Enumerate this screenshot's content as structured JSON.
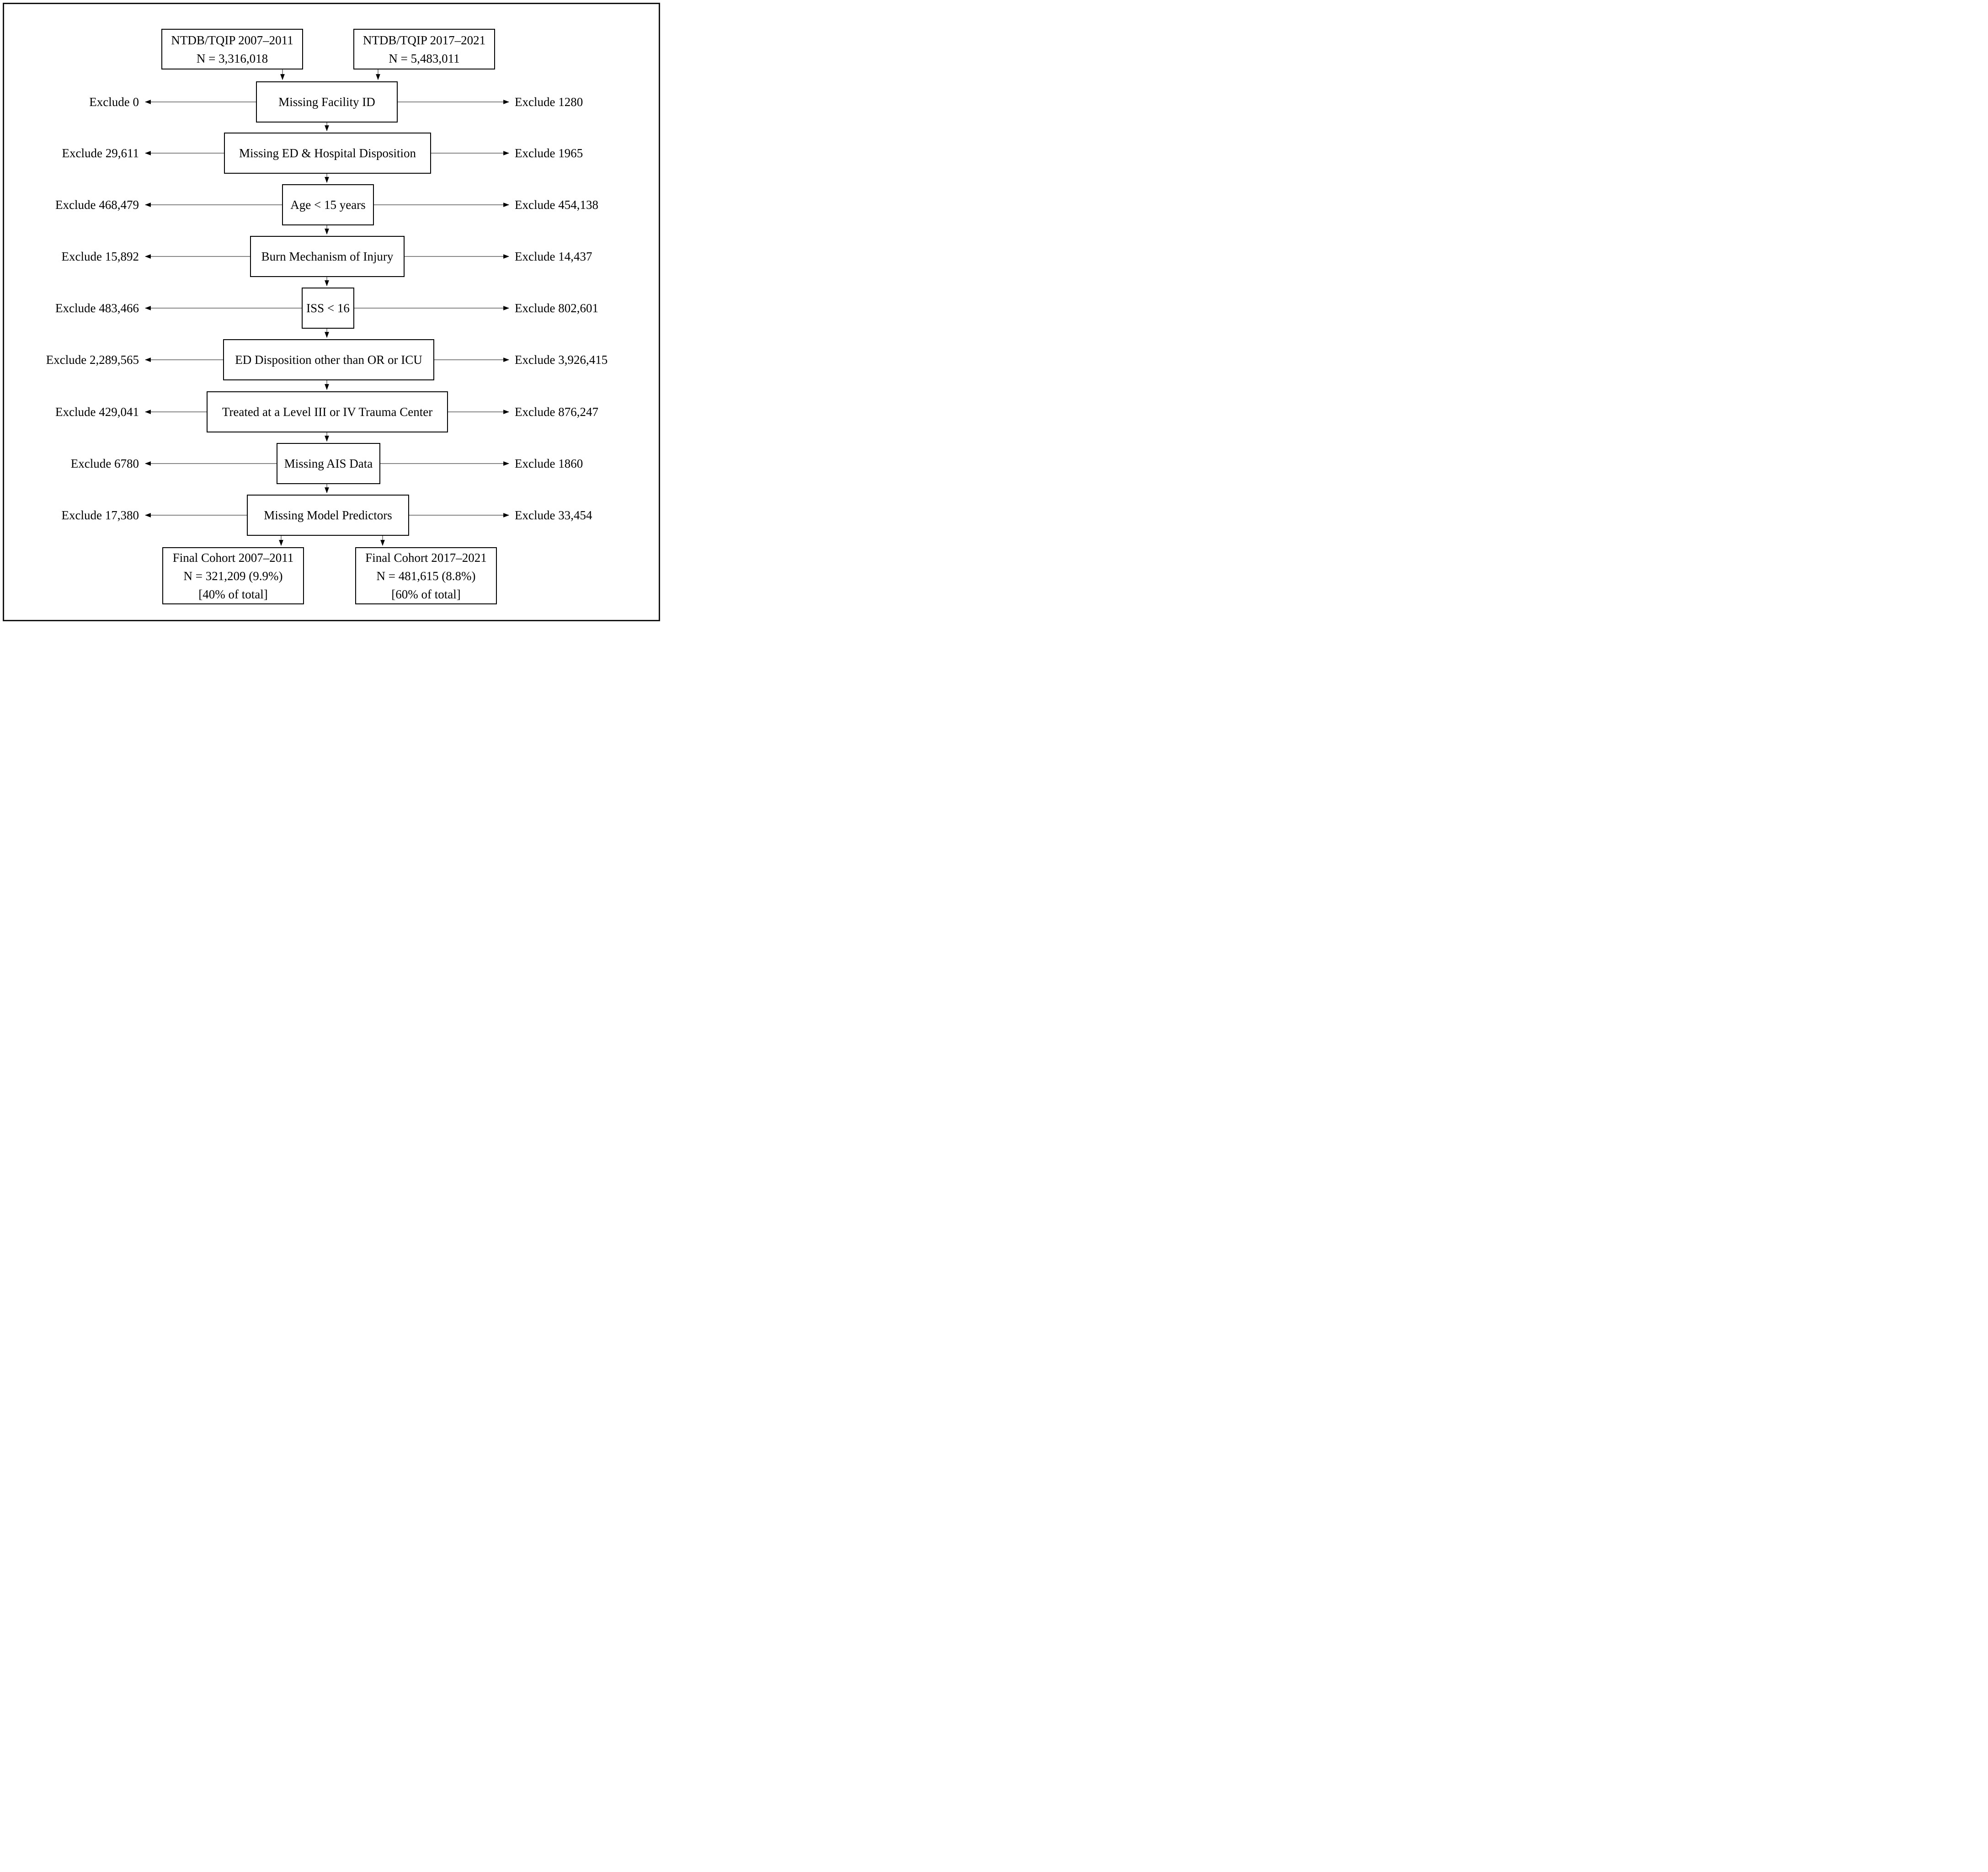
{
  "figure": {
    "description": "Cohort selection flow diagram",
    "ink_color": "#000000",
    "line_color": "#5e5e5e",
    "sources": [
      {
        "line1": "NTDB/TQIP 2007–2011",
        "line2": "N = 3,316,018"
      },
      {
        "line1": "NTDB/TQIP 2017–2021",
        "line2": "N = 5,483,011"
      }
    ],
    "steps": [
      {
        "label": "Missing Facility ID",
        "exclude_left": "Exclude 0",
        "exclude_right": "Exclude 1280"
      },
      {
        "label": "Missing ED & Hospital Disposition",
        "exclude_left": "Exclude 29,611",
        "exclude_right": "Exclude 1965"
      },
      {
        "label": "Age < 15 years",
        "exclude_left": "Exclude 468,479",
        "exclude_right": "Exclude 454,138"
      },
      {
        "label": "Burn Mechanism of Injury",
        "exclude_left": "Exclude 15,892",
        "exclude_right": "Exclude 14,437"
      },
      {
        "label": "ISS < 16",
        "exclude_left": "Exclude 483,466",
        "exclude_right": "Exclude 802,601"
      },
      {
        "label": "ED Disposition other than OR or ICU",
        "exclude_left": "Exclude 2,289,565",
        "exclude_right": "Exclude 3,926,415"
      },
      {
        "label": "Treated at a Level III or IV Trauma Center",
        "exclude_left": "Exclude 429,041",
        "exclude_right": "Exclude 876,247"
      },
      {
        "label": "Missing AIS Data",
        "exclude_left": "Exclude 6780",
        "exclude_right": "Exclude 1860"
      },
      {
        "label": "Missing Model Predictors",
        "exclude_left": "Exclude 17,380",
        "exclude_right": "Exclude 33,454"
      }
    ],
    "finals": [
      {
        "line1": "Final Cohort 2007–2011",
        "line2": "N = 321,209 (9.9%)",
        "line3": "[40% of total]"
      },
      {
        "line1": "Final Cohort 2017–2021",
        "line2": "N = 481,615 (8.8%)",
        "line3": "[60% of total]"
      }
    ]
  }
}
